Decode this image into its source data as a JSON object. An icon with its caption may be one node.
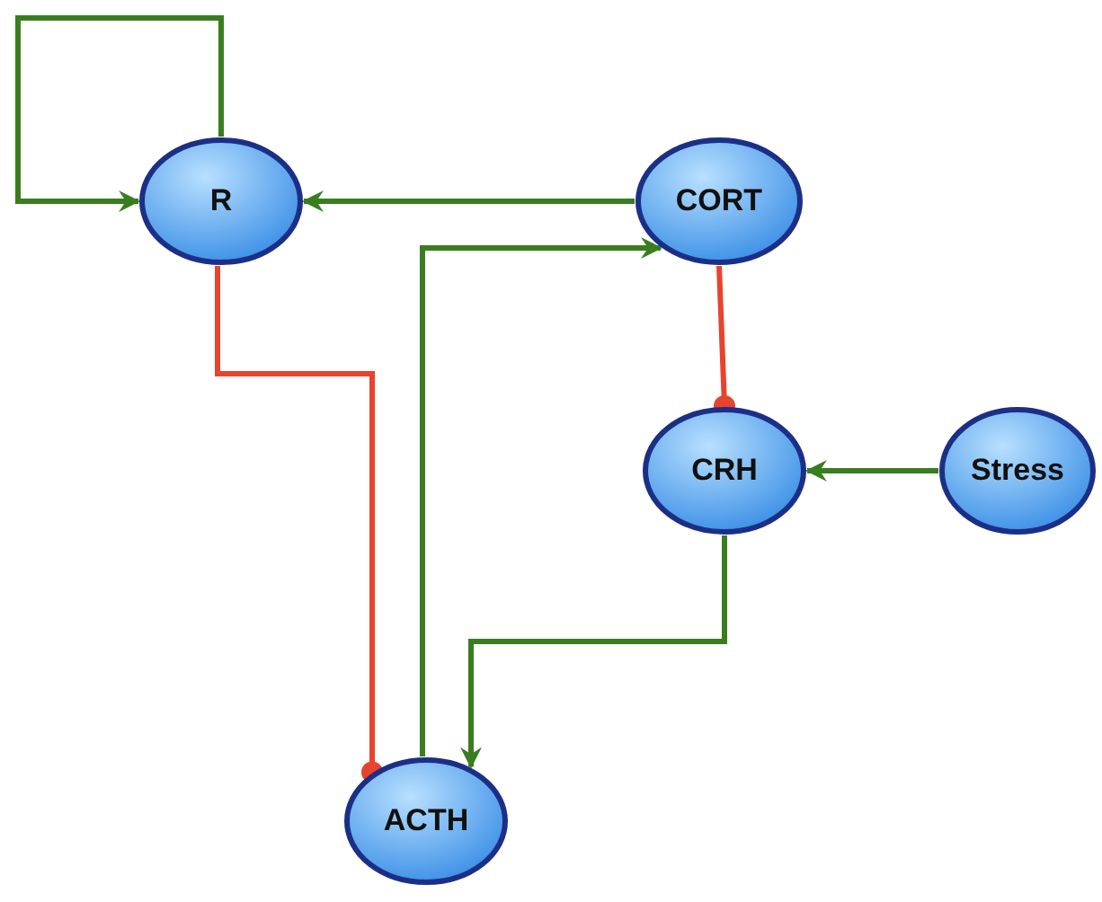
{
  "diagram": {
    "nodes": [
      {
        "text": [
          "R"
        ]
      },
      {
        "text": [
          "CORT"
        ]
      },
      {
        "text": [
          "CRH"
        ]
      },
      {
        "text": [
          "Stress"
        ]
      },
      {
        "text": [
          "ACTH"
        ]
      }
    ],
    "edges": [
      {
        "from": 0,
        "to": 0,
        "arrow": "to"
      },
      {
        "from": 1,
        "to": 0,
        "arrow": "to"
      },
      {
        "from": 4,
        "to": 1,
        "arrow": "to"
      },
      {
        "from": 1,
        "to": 2,
        "arrow": "other",
        "color": "#e8432e"
      },
      {
        "from": 3,
        "to": 2,
        "arrow": "to"
      },
      {
        "from": 2,
        "to": 4,
        "arrow": "to"
      },
      {
        "from": 0,
        "to": 4,
        "arrow": "other",
        "color": "#e8432e"
      }
    ]
  }
}
